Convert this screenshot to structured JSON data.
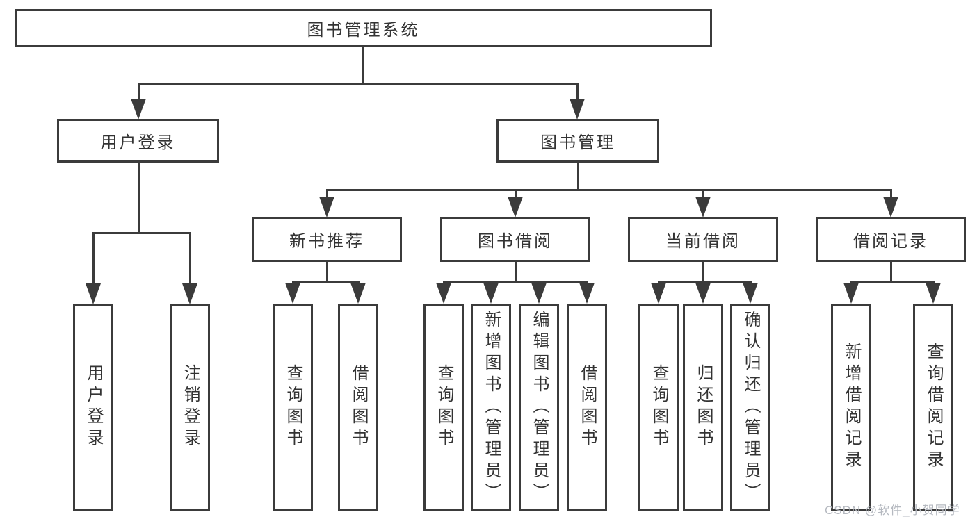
{
  "diagram": {
    "title": "图书管理系统",
    "root": {
      "label": "图书管理系统"
    },
    "level2": [
      {
        "label": "用户登录"
      },
      {
        "label": "图书管理"
      }
    ],
    "level3": [
      {
        "label": "新书推荐"
      },
      {
        "label": "图书借阅"
      },
      {
        "label": "当前借阅"
      },
      {
        "label": "借阅记录"
      }
    ],
    "leaves": [
      {
        "label": "用户登录",
        "parent": "用户登录"
      },
      {
        "label": "注销登录",
        "parent": "用户登录"
      },
      {
        "label": "查询图书",
        "parent": "新书推荐"
      },
      {
        "label": "借阅图书",
        "parent": "新书推荐"
      },
      {
        "label": "查询图书",
        "parent": "图书借阅"
      },
      {
        "label": "新增图书（管理员）",
        "parent": "图书借阅"
      },
      {
        "label": "编辑图书（管理员）",
        "parent": "图书借阅"
      },
      {
        "label": "借阅图书",
        "parent": "图书借阅"
      },
      {
        "label": "查询图书",
        "parent": "当前借阅"
      },
      {
        "label": "归还图书",
        "parent": "当前借阅"
      },
      {
        "label": "确认归还（管理员）",
        "parent": "当前借阅"
      },
      {
        "label": "新增借阅记录",
        "parent": "借阅记录"
      },
      {
        "label": "查询借阅记录",
        "parent": "借阅记录"
      }
    ],
    "watermark": "CSDN @软件_小贺同学",
    "colors": {
      "line": "#3b3b3b",
      "text": "#333333",
      "watermark": "#b5b9c0",
      "background": "#ffffff"
    }
  }
}
